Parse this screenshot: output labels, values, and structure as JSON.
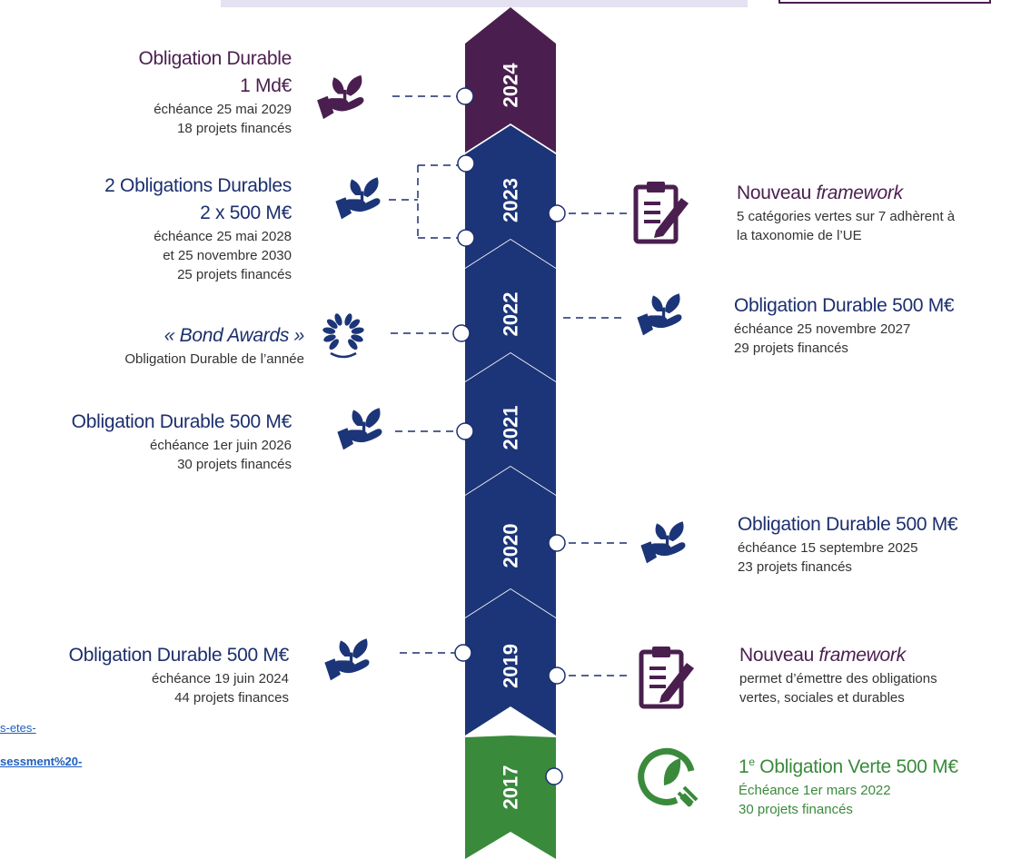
{
  "years": [
    "2024",
    "2023",
    "2022",
    "2021",
    "2020",
    "2019",
    "2017"
  ],
  "colors": {
    "purple": "#4a1f4f",
    "navy": "#1c3578",
    "green": "#3a8a3c",
    "connector": "#1c2f6e"
  },
  "left": [
    {
      "year": "2024",
      "title": "Obligation Durable",
      "title2": "1 Md€",
      "lines": [
        "échéance 25 mai 2029",
        "18 projets financés"
      ],
      "icon": "hand-plant-icon"
    },
    {
      "year": "2023",
      "title": "2 Obligations Durables",
      "title2": "2 x 500 M€",
      "lines": [
        "échéance 25 mai 2028",
        "et 25 novembre 2030",
        "25 projets financés"
      ],
      "icon": "hand-plant-icon"
    },
    {
      "year": "2022",
      "title": "« Bond Awards »",
      "lines": [
        "Obligation Durable de l’année"
      ],
      "icon": "laurel-wreath-icon"
    },
    {
      "year": "2021",
      "title": "Obligation Durable 500 M€",
      "lines": [
        "échéance 1er juin 2026",
        "30 projets financés"
      ],
      "icon": "hand-plant-icon"
    },
    {
      "year": "2019",
      "title": "Obligation Durable 500 M€",
      "lines": [
        "échéance 19 juin 2024",
        "44 projets finances"
      ],
      "icon": "hand-plant-icon"
    }
  ],
  "right": [
    {
      "year": "2023",
      "title_plain": "Nouveau ",
      "title_italic": "framework",
      "lines": [
        "5 catégories vertes sur 7 adhèrent à",
        "la taxonomie de l’UE"
      ],
      "icon": "clipboard-pen-icon"
    },
    {
      "year": "2022",
      "title": "Obligation Durable 500 M€",
      "lines": [
        "échéance 25 novembre 2027",
        "29 projets financés"
      ],
      "icon": "hand-plant-icon"
    },
    {
      "year": "2020",
      "title": "Obligation Durable 500 M€",
      "lines": [
        "échéance 15 septembre 2025",
        "23 projets financés"
      ],
      "icon": "hand-plant-icon"
    },
    {
      "year": "2019",
      "title_plain": "Nouveau ",
      "title_italic": "framework",
      "lines": [
        "permet d’émettre des obligations",
        "vertes, sociales et durables"
      ],
      "icon": "clipboard-pen-icon"
    },
    {
      "year": "2017",
      "title_num": "1",
      "title_sup": "e",
      "title_rest": " Obligation Verte 500 M€",
      "lines": [
        "Échéance 1er mars 2022",
        "30 projets financés"
      ],
      "icon": "leaf-plug-icon"
    }
  ],
  "fragments": {
    "f1": "s-etes-",
    "f2": "sessment%20-"
  }
}
